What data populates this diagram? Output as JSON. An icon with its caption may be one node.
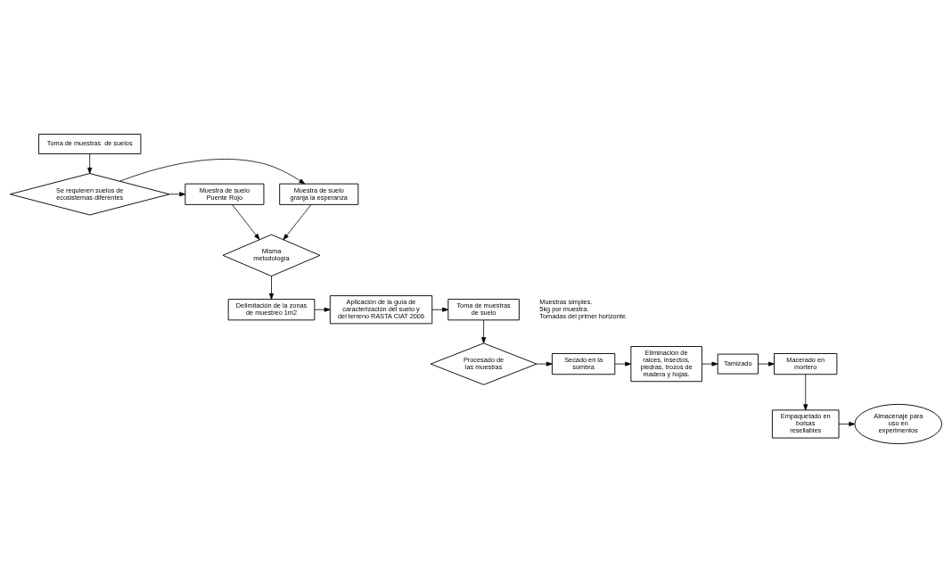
{
  "diagram": {
    "nodes": [
      {
        "text": [
          "Toma de muestras  de suelos"
        ]
      },
      {
        "text": [
          "Se requieren suelos de ecosistemas diferentes"
        ]
      },
      {
        "text": [
          "Muestra de suelo granja la esperanza"
        ]
      },
      {
        "text": [
          "Muestra de suelo Puente Rojo"
        ]
      },
      {
        "text": [
          "Misma metodología"
        ]
      },
      {
        "text": [
          "Delimitación de la zonas de muestreo 1m2"
        ]
      },
      {
        "text": [
          "Aplicación de la guía de caracterización del suelo y del terreno RASTA CIAT 2006"
        ]
      },
      {
        "text": [
          "Toma de muestras de suelo"
        ],
        "beside": [
          "Muestras simples.",
          "5kg por muestra.",
          "Tomadas del primer horizonte."
        ]
      },
      {
        "text": [
          "Procesado de las muestras"
        ]
      },
      {
        "text": [
          "Secado en la sombra"
        ]
      },
      {
        "text": [
          "Eliminación de raices, insectos, piedras, trozos de madera y hojas."
        ]
      },
      {
        "text": [
          "Tamizado"
        ]
      },
      {
        "text": [
          "Macerado en mortero"
        ]
      },
      {
        "text": [
          "Empaquetado en bolsas resellables"
        ]
      },
      {
        "text": [
          "Almacenaje para uso en experimentos"
        ]
      }
    ],
    "edges": [
      {
        "from": 0,
        "to": 1,
        "arrow": "to"
      },
      {
        "from": 1,
        "to": 2,
        "arrow": "to"
      },
      {
        "from": 1,
        "to": 3,
        "arrow": "to"
      },
      {
        "from": 2,
        "to": 4,
        "arrow": "to"
      },
      {
        "from": 3,
        "to": 4,
        "arrow": "to"
      },
      {
        "from": 4,
        "to": 5,
        "arrow": "to"
      },
      {
        "from": 5,
        "to": 6,
        "arrow": "to"
      },
      {
        "from": 6,
        "to": 7,
        "arrow": "to"
      },
      {
        "from": 7,
        "to": 8,
        "arrow": "to"
      },
      {
        "from": 8,
        "to": 9,
        "arrow": "to"
      },
      {
        "from": 9,
        "to": 10,
        "arrow": "to"
      },
      {
        "from": 10,
        "to": 11,
        "arrow": "to"
      },
      {
        "from": 11,
        "to": 12,
        "arrow": "to"
      },
      {
        "from": 12,
        "to": 13,
        "arrow": "to"
      },
      {
        "from": 13,
        "to": 14,
        "arrow": "to"
      }
    ]
  }
}
